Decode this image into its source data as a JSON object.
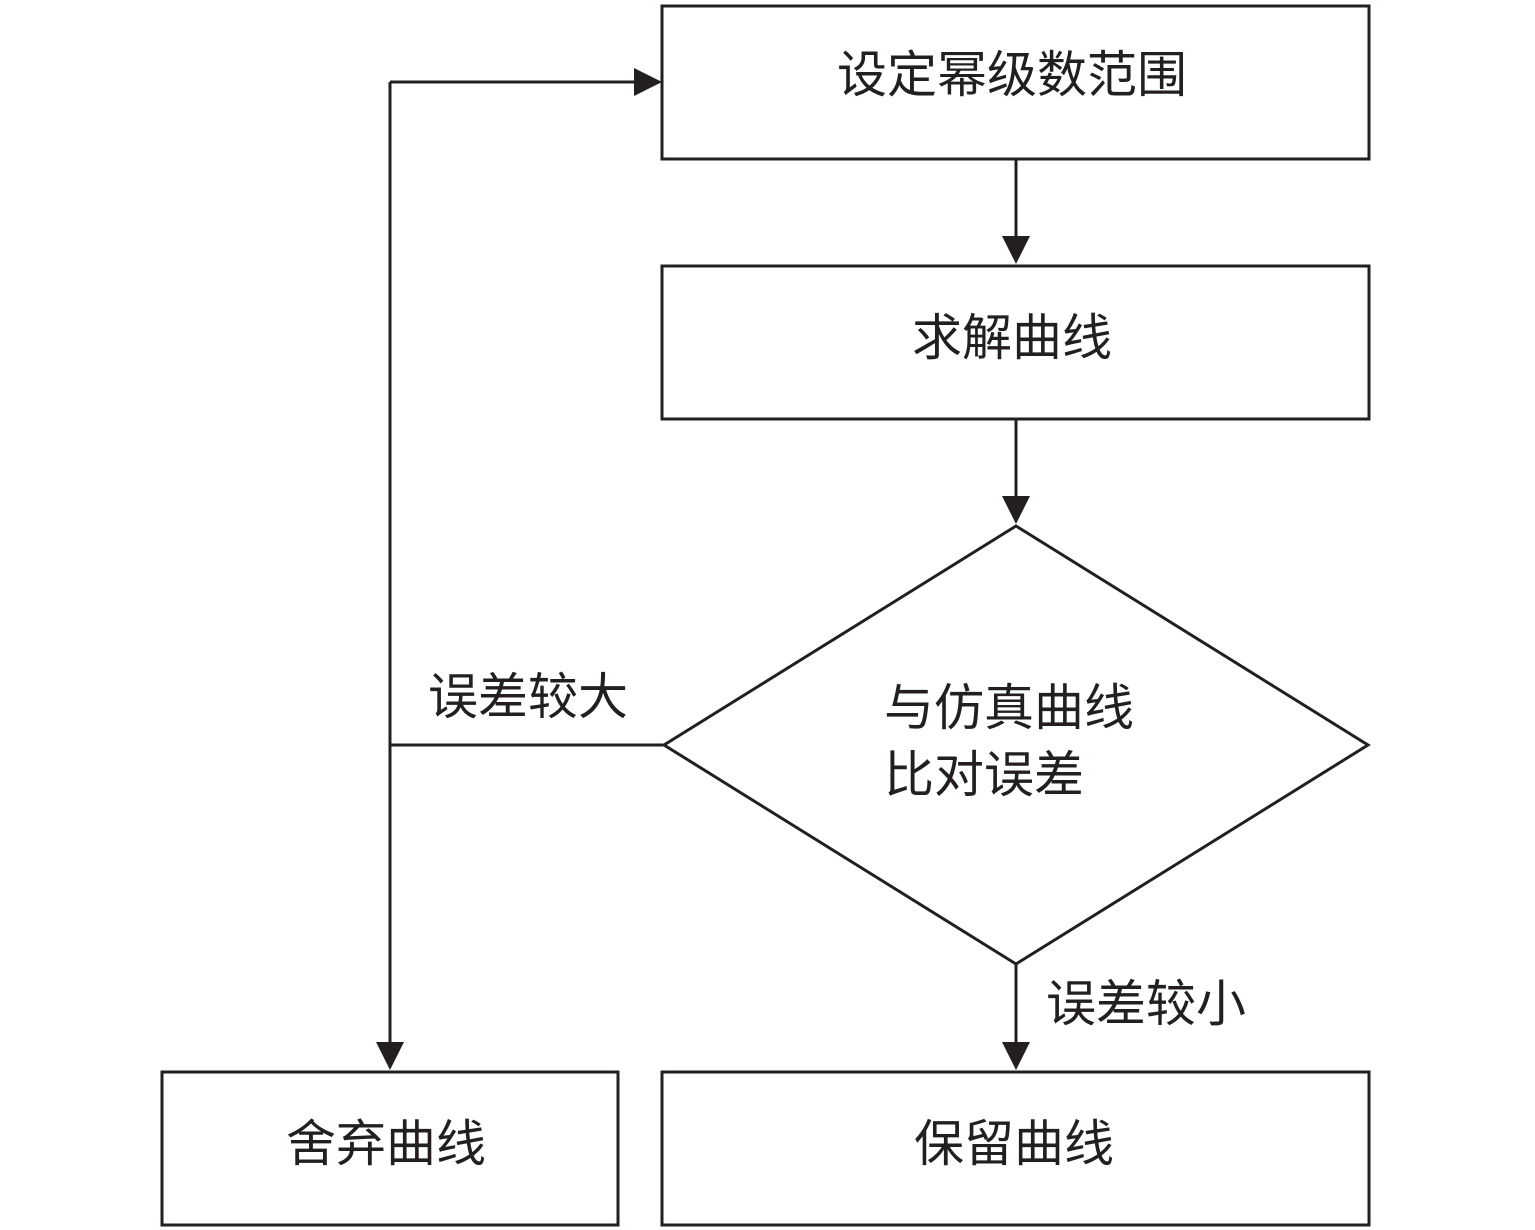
{
  "colors": {
    "stroke": "#231f20",
    "background": "#ffffff"
  },
  "nodes": {
    "set_range": "设定幂级数范围",
    "solve_curve": "求解曲线",
    "compare_line1": "与仿真曲线",
    "compare_line2": "比对误差",
    "discard_curve": "舍弃曲线",
    "keep_curve": "保留曲线"
  },
  "edges": {
    "large_error": "误差较大",
    "small_error": "误差较小"
  }
}
